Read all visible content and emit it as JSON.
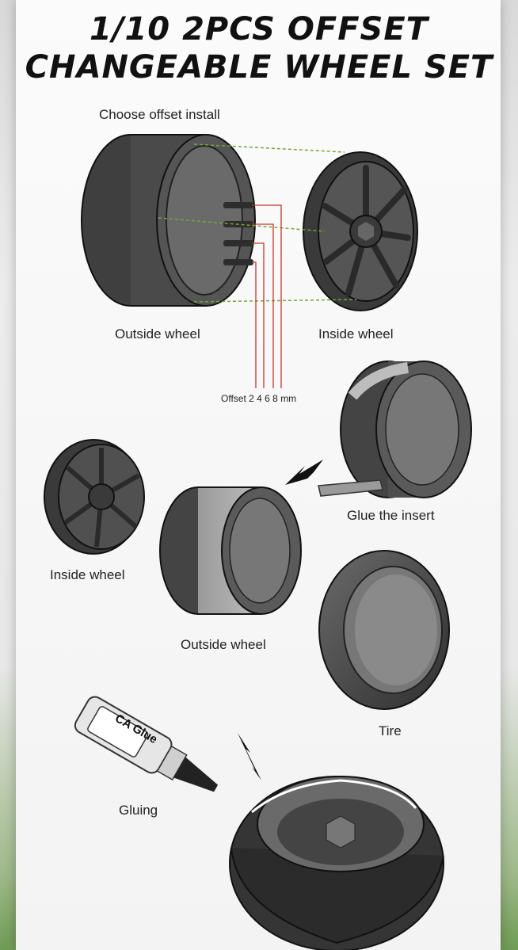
{
  "title": {
    "line1": "1/10 2PCS OFFSET",
    "line2": "CHANGEABLE WHEEL SET"
  },
  "labels": {
    "choose_offset": "Choose offset install",
    "outside_wheel_1": "Outside wheel",
    "inside_wheel_1": "Inside wheel",
    "offset": "Offset",
    "offset_values": "2 4 6 8",
    "offset_unit": "mm",
    "glue_insert": "Glue the insert",
    "inside_wheel_2": "Inside wheel",
    "outside_wheel_2": "Outside wheel",
    "tire": "Tire",
    "ca_glue": "CA Glue",
    "gluing": "Gluing"
  },
  "colors": {
    "part_dark": "#3a3a3a",
    "part_mid": "#5a5a5a",
    "guide_red": "#c0392b",
    "guide_green": "#7aa23a"
  }
}
